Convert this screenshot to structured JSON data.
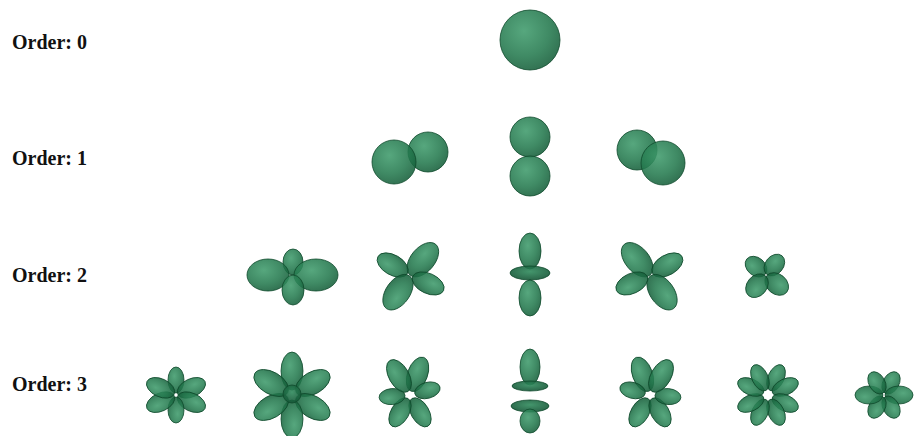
{
  "diagram": {
    "labels": [
      "Order: 0",
      "Order: 1",
      "Order: 2",
      "Order: 3"
    ]
  }
}
